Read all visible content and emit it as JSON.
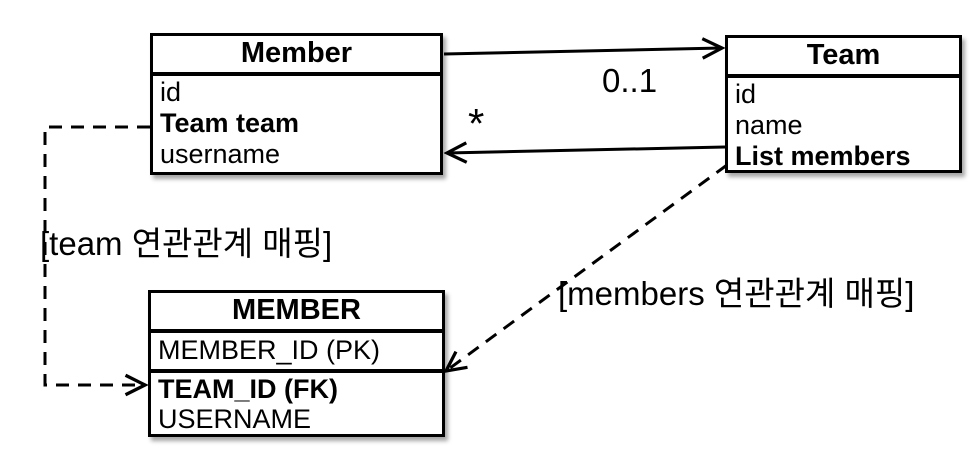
{
  "diagram": {
    "member_class": {
      "title": "Member",
      "fields": [
        {
          "text": "id",
          "bold": false
        },
        {
          "text": "Team team",
          "bold": true
        },
        {
          "text": "username",
          "bold": false
        }
      ]
    },
    "team_class": {
      "title": "Team",
      "fields": [
        {
          "text": "id",
          "bold": false
        },
        {
          "text": "name",
          "bold": false
        },
        {
          "text": "List members",
          "bold": true
        }
      ]
    },
    "member_table": {
      "title": "MEMBER",
      "pk_field": "MEMBER_ID (PK)",
      "fields": [
        {
          "text": "TEAM_ID (FK)",
          "bold": true
        },
        {
          "text": "USERNAME",
          "bold": false
        }
      ]
    },
    "relations": {
      "member_to_team_multiplicity": "0..1",
      "team_to_member_multiplicity": "*",
      "team_mapping_label": "[team 연관관계 매핑]",
      "members_mapping_label": "[members 연관관계 매핑]"
    },
    "colors": {
      "stroke": "#000000",
      "background": "#ffffff"
    }
  }
}
